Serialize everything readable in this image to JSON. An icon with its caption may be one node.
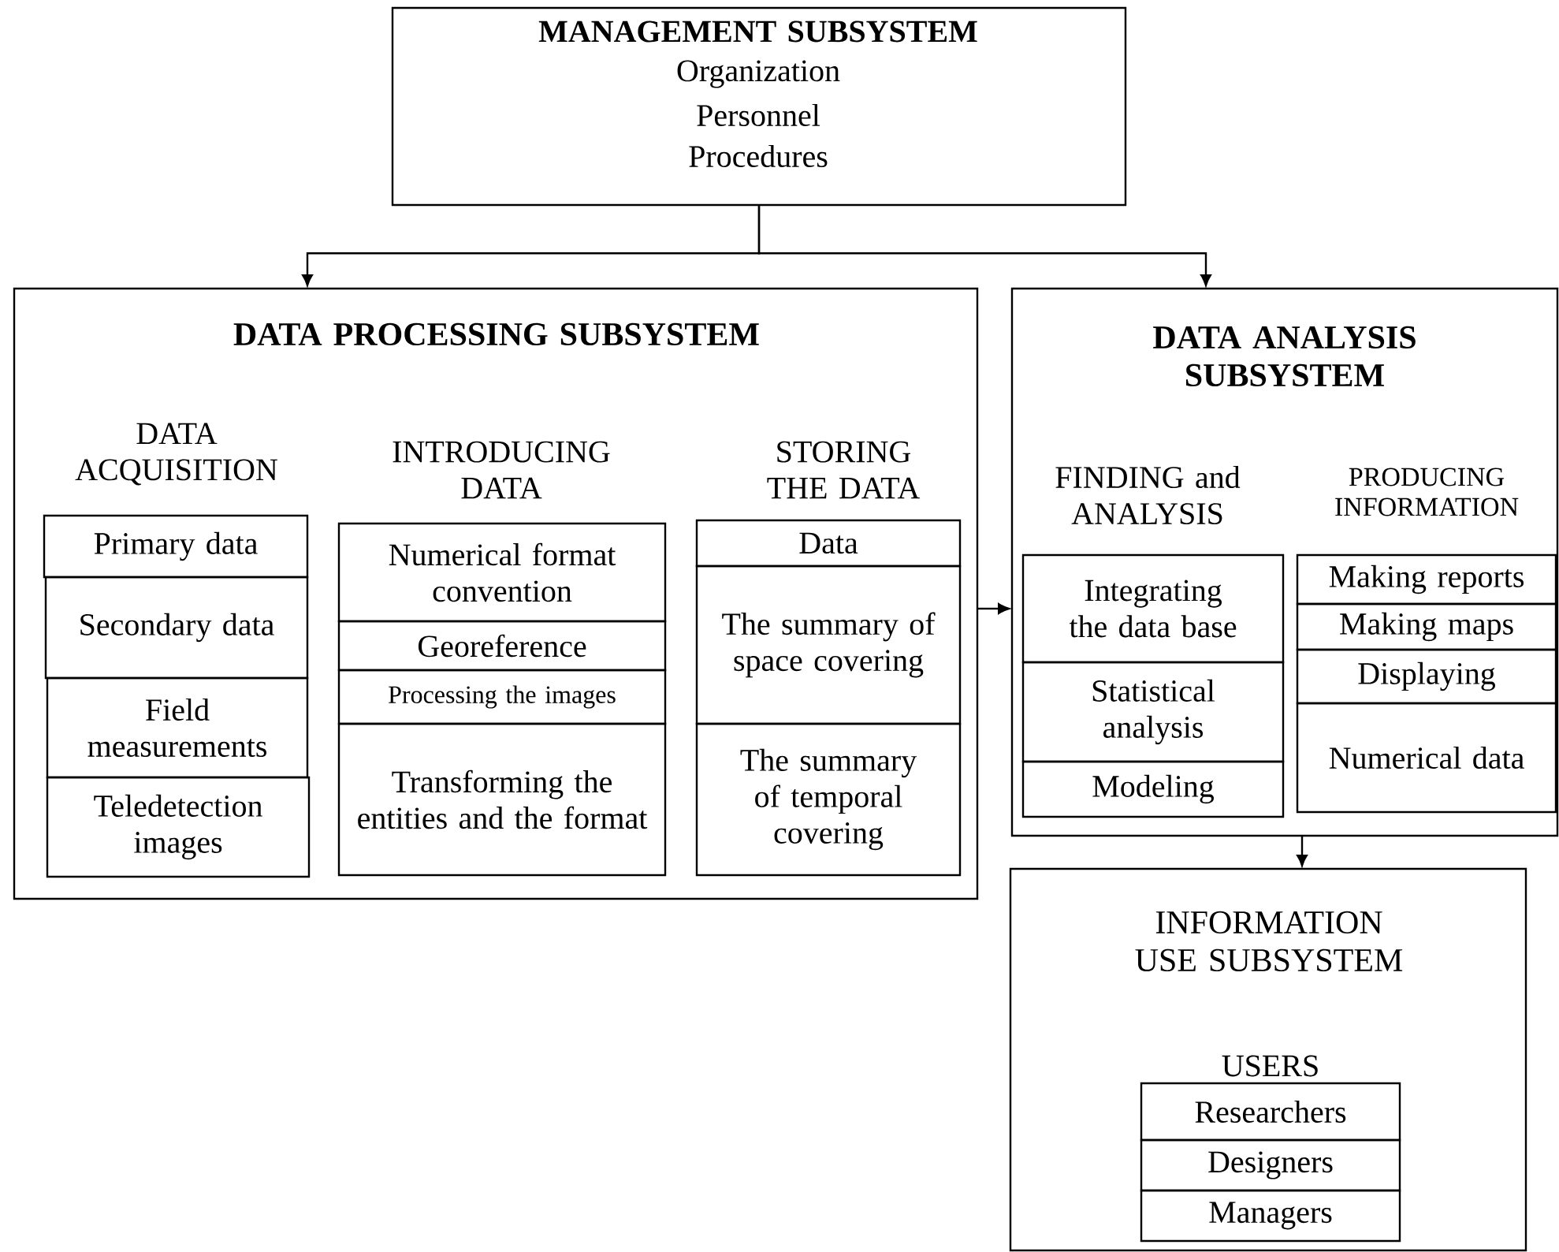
{
  "diagram": {
    "nodes": [
      {
        "text": [
          "MANAGEMENT SUBSYSTEM",
          "Organization",
          "Personnel",
          "Procedures"
        ]
      },
      {
        "text": [
          "DATA PROCESSING SUBSYSTEM"
        ]
      },
      {
        "text": [
          "Primary data"
        ],
        "in": 1
      },
      {
        "text": [
          "Secondary data"
        ],
        "in": 1
      },
      {
        "text": [
          "Field measurements"
        ],
        "in": 1
      },
      {
        "text": [
          "Teledetection images"
        ],
        "in": 1
      },
      {
        "text": [
          "Numerical format convention"
        ],
        "in": 1
      },
      {
        "text": [
          "Georeference"
        ],
        "in": 1
      },
      {
        "text": [
          "Processing the images"
        ],
        "in": 1
      },
      {
        "text": [
          "Transforming the entities and the format"
        ],
        "in": 1
      },
      {
        "text": [
          "Data"
        ],
        "in": 1
      },
      {
        "text": [
          "The summary of space covering"
        ],
        "in": 1
      },
      {
        "text": [
          "The summary of temporal covering"
        ],
        "in": 1
      },
      {
        "text": [
          "DATA ANALYSIS SUBSYSTEM"
        ]
      },
      {
        "text": [
          "Integrating the data base"
        ],
        "in": 13
      },
      {
        "text": [
          "Statistical analysis"
        ],
        "in": 13
      },
      {
        "text": [
          "Modeling"
        ],
        "in": 13
      },
      {
        "text": [
          "Making reports"
        ],
        "in": 13
      },
      {
        "text": [
          "Making maps"
        ],
        "in": 13
      },
      {
        "text": [
          "Displaying"
        ],
        "in": 13
      },
      {
        "text": [
          "Numerical data"
        ],
        "in": 13
      },
      {
        "text": [
          "INFORMATION USE SUBSYSTEM",
          "USERS"
        ]
      },
      {
        "text": [
          "Researchers"
        ],
        "in": 21
      },
      {
        "text": [
          "Designers"
        ],
        "in": 21
      },
      {
        "text": [
          "Managers"
        ],
        "in": 21
      }
    ],
    "edges": [
      {
        "from": 0,
        "to": 1,
        "arrow": "to"
      },
      {
        "from": 0,
        "to": 13,
        "arrow": "to"
      },
      {
        "from": 1,
        "to": 13,
        "arrow": "to"
      },
      {
        "from": 13,
        "to": 21,
        "arrow": "to"
      }
    ],
    "labels": [
      "DATA ACQUISITION",
      "INTRODUCING DATA",
      "STORING THE DATA",
      "FINDING and ANALYSIS",
      "PRODUCING INFORMATION"
    ]
  }
}
